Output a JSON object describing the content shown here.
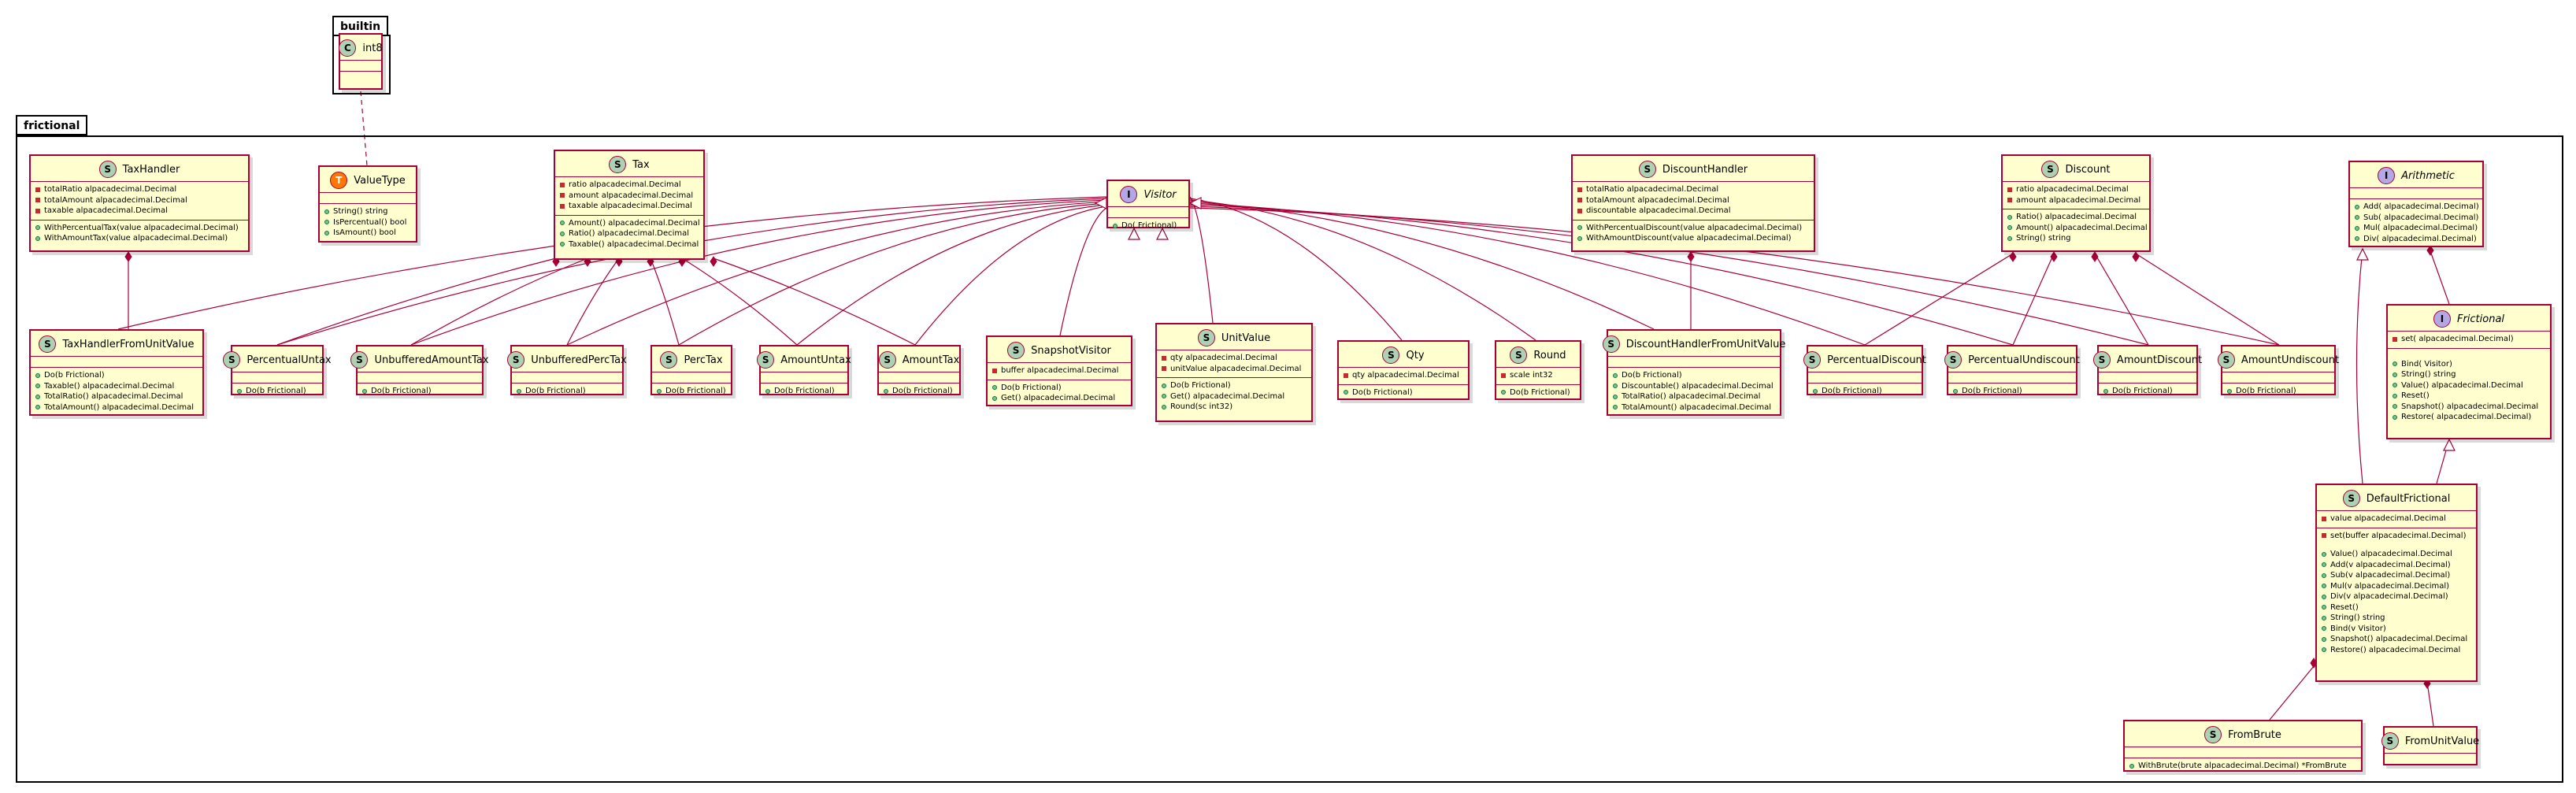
{
  "packages": {
    "builtin": {
      "label": "builtin"
    },
    "frictional": {
      "label": "frictional"
    }
  },
  "classes": {
    "int8": {
      "stereo": "C",
      "name": "int8"
    },
    "ValueType": {
      "stereo": "T",
      "name": "ValueType",
      "methods": [
        "String() string",
        "IsPercentual() bool",
        "IsAmount() bool"
      ]
    },
    "TaxHandler": {
      "stereo": "S",
      "name": "TaxHandler",
      "fields": [
        "totalRatio alpacadecimal.Decimal",
        "totalAmount alpacadecimal.Decimal",
        "taxable alpacadecimal.Decimal"
      ],
      "methods": [
        "WithPercentualTax(value alpacadecimal.Decimal)",
        "WithAmountTax(value alpacadecimal.Decimal)"
      ]
    },
    "Tax": {
      "stereo": "S",
      "name": "Tax",
      "fields": [
        "ratio alpacadecimal.Decimal",
        "amount alpacadecimal.Decimal",
        "taxable alpacadecimal.Decimal"
      ],
      "methods": [
        "Amount() alpacadecimal.Decimal",
        "Ratio() alpacadecimal.Decimal",
        "Taxable() alpacadecimal.Decimal"
      ]
    },
    "Visitor": {
      "stereo": "I",
      "name": "Visitor",
      "methods": [
        "Do( Frictional)"
      ]
    },
    "DiscountHandler": {
      "stereo": "S",
      "name": "DiscountHandler",
      "fields": [
        "totalRatio alpacadecimal.Decimal",
        "totalAmount alpacadecimal.Decimal",
        "discountable alpacadecimal.Decimal"
      ],
      "methods": [
        "WithPercentualDiscount(value alpacadecimal.Decimal)",
        "WithAmountDiscount(value alpacadecimal.Decimal)"
      ]
    },
    "Discount": {
      "stereo": "S",
      "name": "Discount",
      "fields": [
        "ratio alpacadecimal.Decimal",
        "amount alpacadecimal.Decimal"
      ],
      "methods": [
        "Ratio() alpacadecimal.Decimal",
        "Amount() alpacadecimal.Decimal",
        "String() string"
      ]
    },
    "Arithmetic": {
      "stereo": "I",
      "name": "Arithmetic",
      "methods": [
        "Add( alpacadecimal.Decimal)",
        "Sub( alpacadecimal.Decimal)",
        "Mul( alpacadecimal.Decimal)",
        "Div( alpacadecimal.Decimal)"
      ]
    },
    "Frictional": {
      "stereo": "I",
      "name": "Frictional",
      "fields": [
        "set( alpacadecimal.Decimal)"
      ],
      "methods": [
        "Bind( Visitor)",
        "String() string",
        "Value() alpacadecimal.Decimal",
        "Reset()",
        "Snapshot() alpacadecimal.Decimal",
        "Restore( alpacadecimal.Decimal)"
      ]
    },
    "TaxHandlerFromUnitValue": {
      "stereo": "S",
      "name": "TaxHandlerFromUnitValue",
      "methods": [
        "Do(b Frictional)",
        "Taxable() alpacadecimal.Decimal",
        "TotalRatio() alpacadecimal.Decimal",
        "TotalAmount() alpacadecimal.Decimal"
      ]
    },
    "PercentualUntax": {
      "stereo": "S",
      "name": "PercentualUntax",
      "methods": [
        "Do(b Frictional)"
      ]
    },
    "UnbufferedAmountTax": {
      "stereo": "S",
      "name": "UnbufferedAmountTax",
      "methods": [
        "Do(b Frictional)"
      ]
    },
    "UnbufferedPercTax": {
      "stereo": "S",
      "name": "UnbufferedPercTax",
      "methods": [
        "Do(b Frictional)"
      ]
    },
    "PercTax": {
      "stereo": "S",
      "name": "PercTax",
      "methods": [
        "Do(b Frictional)"
      ]
    },
    "AmountUntax": {
      "stereo": "S",
      "name": "AmountUntax",
      "methods": [
        "Do(b Frictional)"
      ]
    },
    "AmountTax": {
      "stereo": "S",
      "name": "AmountTax",
      "methods": [
        "Do(b Frictional)"
      ]
    },
    "SnapshotVisitor": {
      "stereo": "S",
      "name": "SnapshotVisitor",
      "fields": [
        "buffer alpacadecimal.Decimal"
      ],
      "methods": [
        "Do(b Frictional)",
        "Get() alpacadecimal.Decimal"
      ]
    },
    "UnitValue": {
      "stereo": "S",
      "name": "UnitValue",
      "fields": [
        "qty alpacadecimal.Decimal",
        "unitValue alpacadecimal.Decimal"
      ],
      "methods": [
        "Do(b Frictional)",
        "Get() alpacadecimal.Decimal",
        "Round(sc int32)"
      ]
    },
    "Qty": {
      "stereo": "S",
      "name": "Qty",
      "fields": [
        "qty alpacadecimal.Decimal"
      ],
      "methods": [
        "Do(b Frictional)"
      ]
    },
    "Round": {
      "stereo": "S",
      "name": "Round",
      "fields": [
        "scale int32"
      ],
      "methods": [
        "Do(b Frictional)"
      ]
    },
    "DiscountHandlerFromUnitValue": {
      "stereo": "S",
      "name": "DiscountHandlerFromUnitValue",
      "methods": [
        "Do(b Frictional)",
        "Discountable() alpacadecimal.Decimal",
        "TotalRatio() alpacadecimal.Decimal",
        "TotalAmount() alpacadecimal.Decimal"
      ]
    },
    "PercentualDiscount": {
      "stereo": "S",
      "name": "PercentualDiscount",
      "methods": [
        "Do(b Frictional)"
      ]
    },
    "PercentualUndiscount": {
      "stereo": "S",
      "name": "PercentualUndiscount",
      "methods": [
        "Do(b Frictional)"
      ]
    },
    "AmountDiscount": {
      "stereo": "S",
      "name": "AmountDiscount",
      "methods": [
        "Do(b Frictional)"
      ]
    },
    "AmountUndiscount": {
      "stereo": "S",
      "name": "AmountUndiscount",
      "methods": [
        "Do(b Frictional)"
      ]
    },
    "DefaultFrictional": {
      "stereo": "S",
      "name": "DefaultFrictional",
      "fields": [
        "value alpacadecimal.Decimal"
      ],
      "privateMethods": [
        "set(buffer alpacadecimal.Decimal)"
      ],
      "methods": [
        "Value() alpacadecimal.Decimal",
        "Add(v alpacadecimal.Decimal)",
        "Sub(v alpacadecimal.Decimal)",
        "Mul(v alpacadecimal.Decimal)",
        "Div(v alpacadecimal.Decimal)",
        "Reset()",
        "String() string",
        "Bind(v Visitor)",
        "Snapshot() alpacadecimal.Decimal",
        "Restore() alpacadecimal.Decimal"
      ]
    },
    "FromBrute": {
      "stereo": "S",
      "name": "FromBrute",
      "methods": [
        "WithBrute(brute alpacadecimal.Decimal) *FromBrute"
      ]
    },
    "FromUnitValue": {
      "stereo": "S",
      "name": "FromUnitValue"
    }
  },
  "relations": [
    {
      "from": "int8",
      "to": "ValueType",
      "type": "dependency"
    },
    {
      "from": "TaxHandler",
      "to": "TaxHandlerFromUnitValue",
      "type": "composition"
    },
    {
      "from": "DiscountHandler",
      "to": "DiscountHandlerFromUnitValue",
      "type": "composition"
    },
    {
      "from": "Arithmetic",
      "to": "Frictional",
      "type": "composition"
    },
    {
      "from": "Frictional",
      "to": "DefaultFrictional",
      "type": "realization"
    },
    {
      "from": "Arithmetic",
      "to": "DefaultFrictional",
      "type": "realization"
    },
    {
      "from": "DefaultFrictional",
      "to": "FromBrute",
      "type": "composition"
    },
    {
      "from": "DefaultFrictional",
      "to": "FromUnitValue",
      "type": "composition"
    }
  ],
  "colors": {
    "classFill": "#fefece",
    "classBorder": "#a80036",
    "edge": "#a80036",
    "spotStruct": "#add1b2",
    "spotInterface": "#b4a7e5",
    "spotType": "#ff7700"
  }
}
